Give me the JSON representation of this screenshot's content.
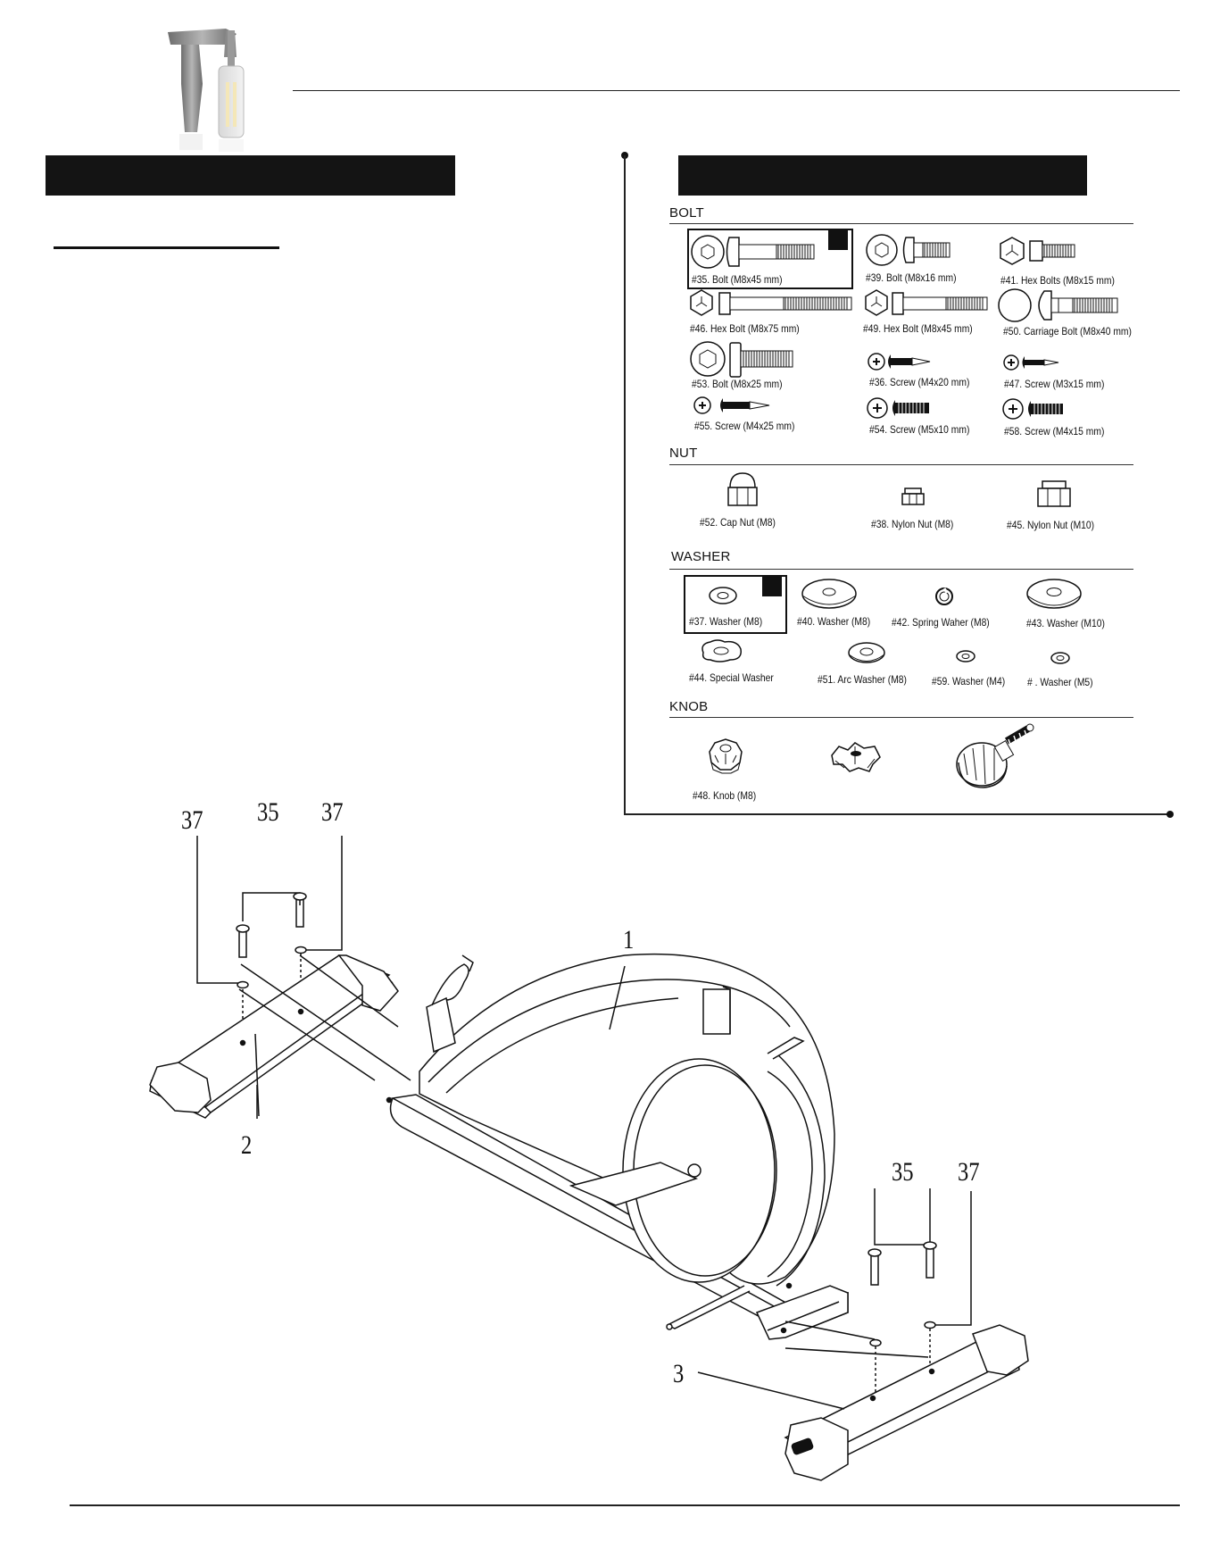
{
  "hardware": {
    "sections": [
      {
        "key": "bolt",
        "title": "BOLT"
      },
      {
        "key": "nut",
        "title": "NUT"
      },
      {
        "key": "washer",
        "title": "WASHER"
      },
      {
        "key": "knob",
        "title": "KNOB"
      }
    ],
    "bolts": [
      {
        "label": "#35.  Bolt (M8x45 mm)",
        "icon": "bolt-icon"
      },
      {
        "label": "#39.  Bolt (M8x16 mm)",
        "icon": "bolt-icon"
      },
      {
        "label": "#41.  Hex Bolts (M8x15 mm)",
        "icon": "hex-bolt-icon"
      },
      {
        "label": "#46.  Hex Bolt (M8x75 mm)",
        "icon": "hex-bolt-icon"
      },
      {
        "label": "#49. Hex Bolt (M8x45 mm)",
        "icon": "hex-bolt-icon"
      },
      {
        "label": "#50. Carriage Bolt (M8x40 mm)",
        "icon": "carriage-bolt-icon"
      },
      {
        "label": "#53. Bolt (M8x25 mm)",
        "icon": "bolt-icon"
      },
      {
        "label": "#36.  Screw (M4x20 mm)",
        "icon": "screw-icon"
      },
      {
        "label": "#47. Screw (M3x15 mm)",
        "icon": "screw-icon"
      },
      {
        "label": "#55. Screw (M4x25 mm)",
        "icon": "screw-icon"
      },
      {
        "label": "#54. Screw (M5x10 mm)",
        "icon": "machine-screw-icon"
      },
      {
        "label": "#58. Screw (M4x15 mm)",
        "icon": "machine-screw-icon"
      }
    ],
    "nuts": [
      {
        "label": "#52. Cap Nut (M8)",
        "icon": "cap-nut-icon"
      },
      {
        "label": "#38. Nylon Nut (M8)",
        "icon": "nylon-nut-icon"
      },
      {
        "label": "#45. Nylon Nut (M10)",
        "icon": "nylon-nut-icon"
      }
    ],
    "washers": [
      {
        "label": "#37. Washer (M8)",
        "icon": "washer-icon"
      },
      {
        "label": "#40. Washer (M8)",
        "icon": "washer-icon"
      },
      {
        "label": "#42. Spring Waher (M8)",
        "icon": "spring-washer-icon"
      },
      {
        "label": "#43. Washer (M10)",
        "icon": "washer-icon"
      },
      {
        "label": "#44. Special Washer",
        "icon": "special-washer-icon"
      },
      {
        "label": "#51. Arc Washer (M8)",
        "icon": "arc-washer-icon"
      },
      {
        "label": "#59. Washer (M4)",
        "icon": "washer-icon"
      },
      {
        "label": "#   . Washer (M5)",
        "icon": "washer-icon"
      }
    ],
    "knobs": [
      {
        "label": "#48. Knob (M8)",
        "icon": "knob-icon"
      },
      {
        "label": "",
        "icon": "knob-icon"
      },
      {
        "label": "",
        "icon": "tension-knob-icon"
      }
    ]
  },
  "diagram": {
    "callouts": {
      "top_left_37": "37",
      "top_35": "35",
      "top_right_37": "37",
      "frame_1": "1",
      "front_stab_2": "2",
      "rear_35": "35",
      "rear_37": "37",
      "rear_stab_3": "3"
    }
  },
  "icons": [
    "tools-logo-icon"
  ]
}
